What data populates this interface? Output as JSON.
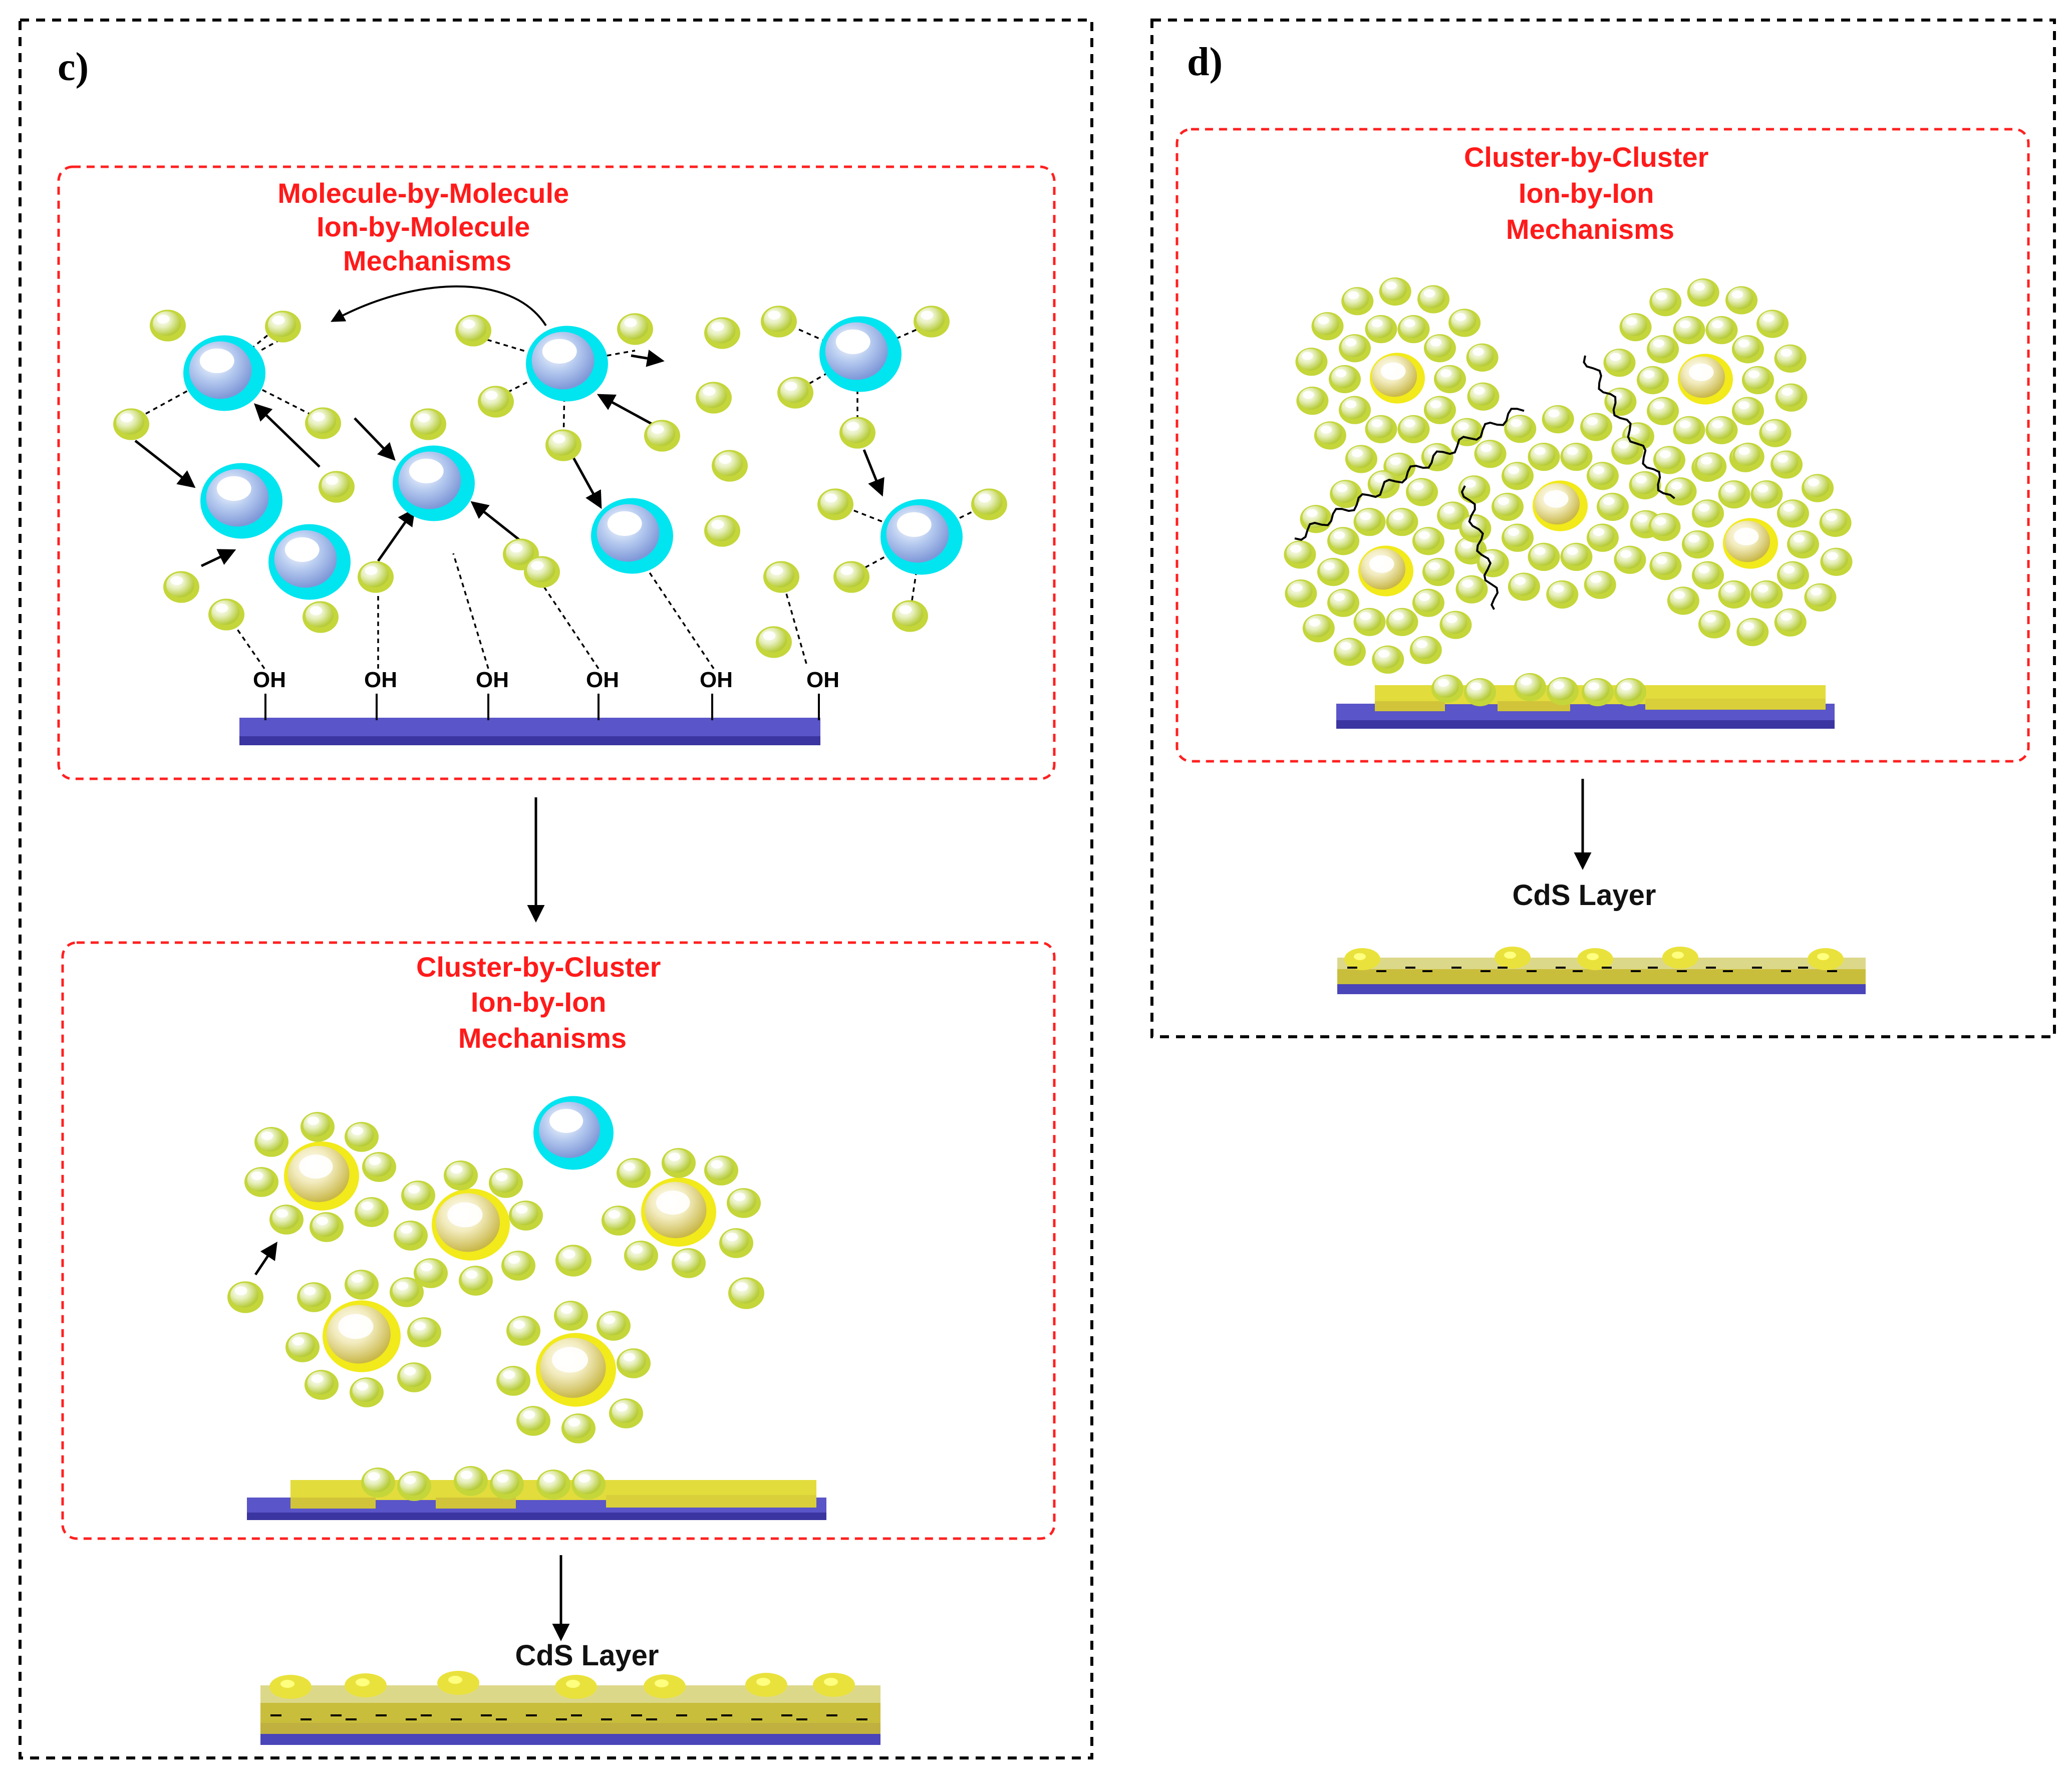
{
  "panel_c": {
    "label": "c)",
    "box_top": {
      "title_lines": [
        "Molecule-by-Molecule",
        "Ion-by-Molecule",
        "Mechanisms"
      ],
      "oh_labels": [
        "OH",
        "OH",
        "OH",
        "OH",
        "OH",
        "OH"
      ]
    },
    "box_bottom": {
      "title_lines": [
        "Cluster-by-Cluster",
        "Ion-by-Ion",
        "Mechanisms"
      ]
    },
    "result_label": "CdS Layer"
  },
  "panel_d": {
    "label": "d)",
    "box": {
      "title_lines": [
        "Cluster-by-Cluster",
        "Ion-by-Ion",
        "Mechanisms"
      ]
    },
    "result_label": "CdS Layer"
  },
  "colors": {
    "title_red": "#ff1a1a",
    "substrate_blue": "#5050c0",
    "cds_yellow": "#e6e040",
    "ion_blue": "#00e5f0",
    "particle_green": "#c6d83a"
  },
  "icons": {
    "small_particle": "pale-green-sphere",
    "ion": "cyan-blue-sphere",
    "nucleus": "yellow-sphere"
  }
}
